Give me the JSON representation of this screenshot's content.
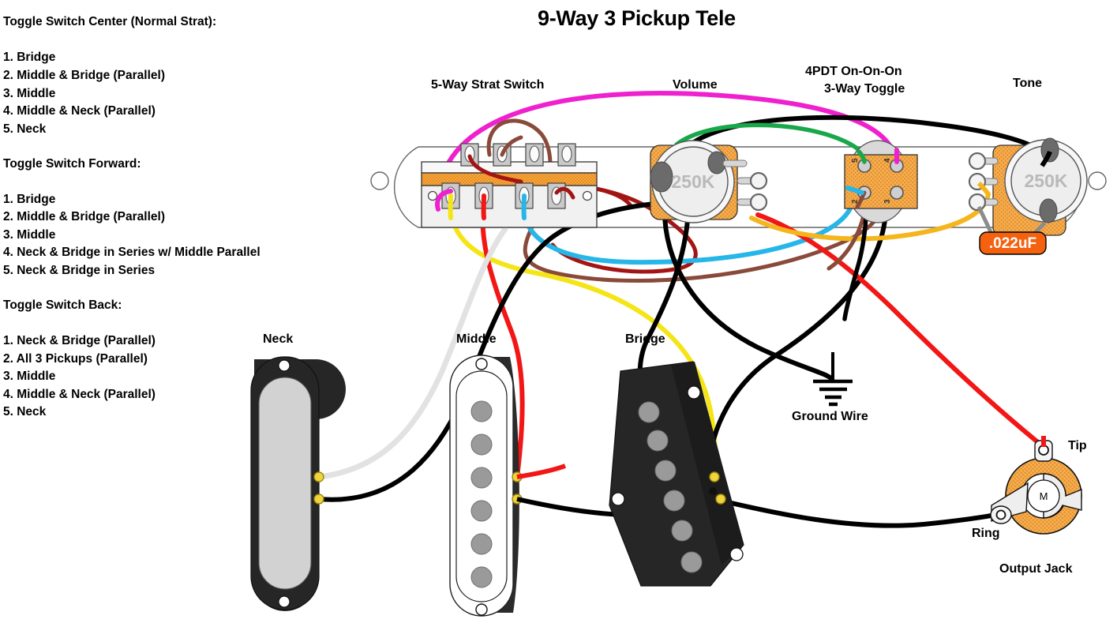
{
  "title": "9-Way 3 Pickup Tele",
  "legend": {
    "sections": [
      {
        "heading": "Toggle Switch Center (Normal Strat):",
        "items": [
          "1. Bridge",
          "2. Middle & Bridge (Parallel)",
          "3. Middle",
          "4. Middle & Neck (Parallel)",
          "5. Neck"
        ]
      },
      {
        "heading": "Toggle Switch Forward:",
        "items": [
          "1. Bridge",
          "2. Middle & Bridge (Parallel)",
          "3. Middle",
          "4. Neck & Bridge in Series w/ Middle Parallel",
          "5. Neck & Bridge in Series"
        ]
      },
      {
        "heading": "Toggle Switch Back:",
        "items": [
          "1. Neck & Bridge (Parallel)",
          "2. All 3 Pickups (Parallel)",
          "3. Middle",
          "4. Middle & Neck (Parallel)",
          "5. Neck"
        ]
      }
    ]
  },
  "components": {
    "switch_5way": {
      "label": "5-Way Strat Switch"
    },
    "volume": {
      "label": "Volume",
      "value": "250K"
    },
    "toggle": {
      "label_line1": "4PDT On-On-On",
      "label_line2": "3-Way Toggle",
      "terminals": [
        "5",
        "4",
        "2",
        "3"
      ]
    },
    "tone": {
      "label": "Tone",
      "value": "250K",
      "capacitor": ".022uF"
    },
    "pickups": [
      {
        "label": "Neck"
      },
      {
        "label": "Middle"
      },
      {
        "label": "Bridge"
      }
    ],
    "ground": {
      "label": "Ground Wire"
    },
    "jack": {
      "label": "Output Jack",
      "tip_label": "Tip",
      "ring_label": "Ring",
      "center_mark": "M"
    }
  },
  "colors": {
    "wire_black": "#000000",
    "wire_red": "#f21616",
    "wire_darkred": "#a31414",
    "wire_yellow": "#f5e416",
    "wire_cyan": "#27b6e8",
    "wire_magenta": "#ef21cf",
    "wire_green": "#18a84a",
    "wire_brown": "#8a4a3a",
    "wire_orange": "#f5b51c",
    "wire_white": "#e2e2e2",
    "body_orange": "#f0a03c",
    "pot_face": "#eeeeee",
    "plate_stroke": "#555555",
    "pickup_black": "#262626",
    "pickup_gray": "#d2d2d2",
    "pole_gray": "#9a9a9a"
  }
}
